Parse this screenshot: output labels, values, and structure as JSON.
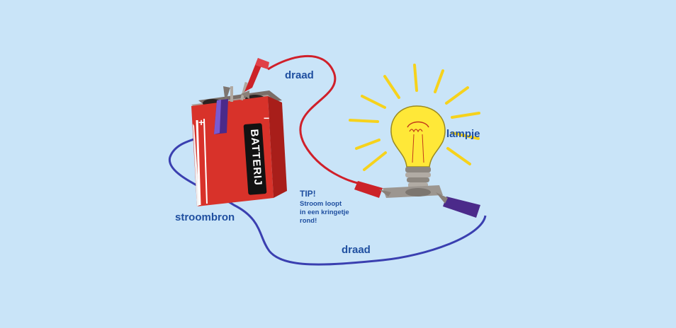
{
  "labels": {
    "wire_top": "draad",
    "wire_bottom": "draad",
    "bulb": "lampje",
    "battery_source": "stroombron",
    "battery_brand": "BATTERIJ",
    "plus": "+",
    "minus": "−"
  },
  "tip": {
    "title": "TIP!",
    "lines": [
      "Stroom loopt",
      "in een kringetje",
      "rond!"
    ]
  },
  "colors": {
    "background": "#c9e4f8",
    "label_text": "#1f4fa0",
    "battery_red": "#d8322a",
    "wire_red": "#d0202a",
    "wire_blue": "#3a3fb0",
    "bulb_yellow": "#ffe838",
    "ray_yellow": "#f6d21c"
  }
}
